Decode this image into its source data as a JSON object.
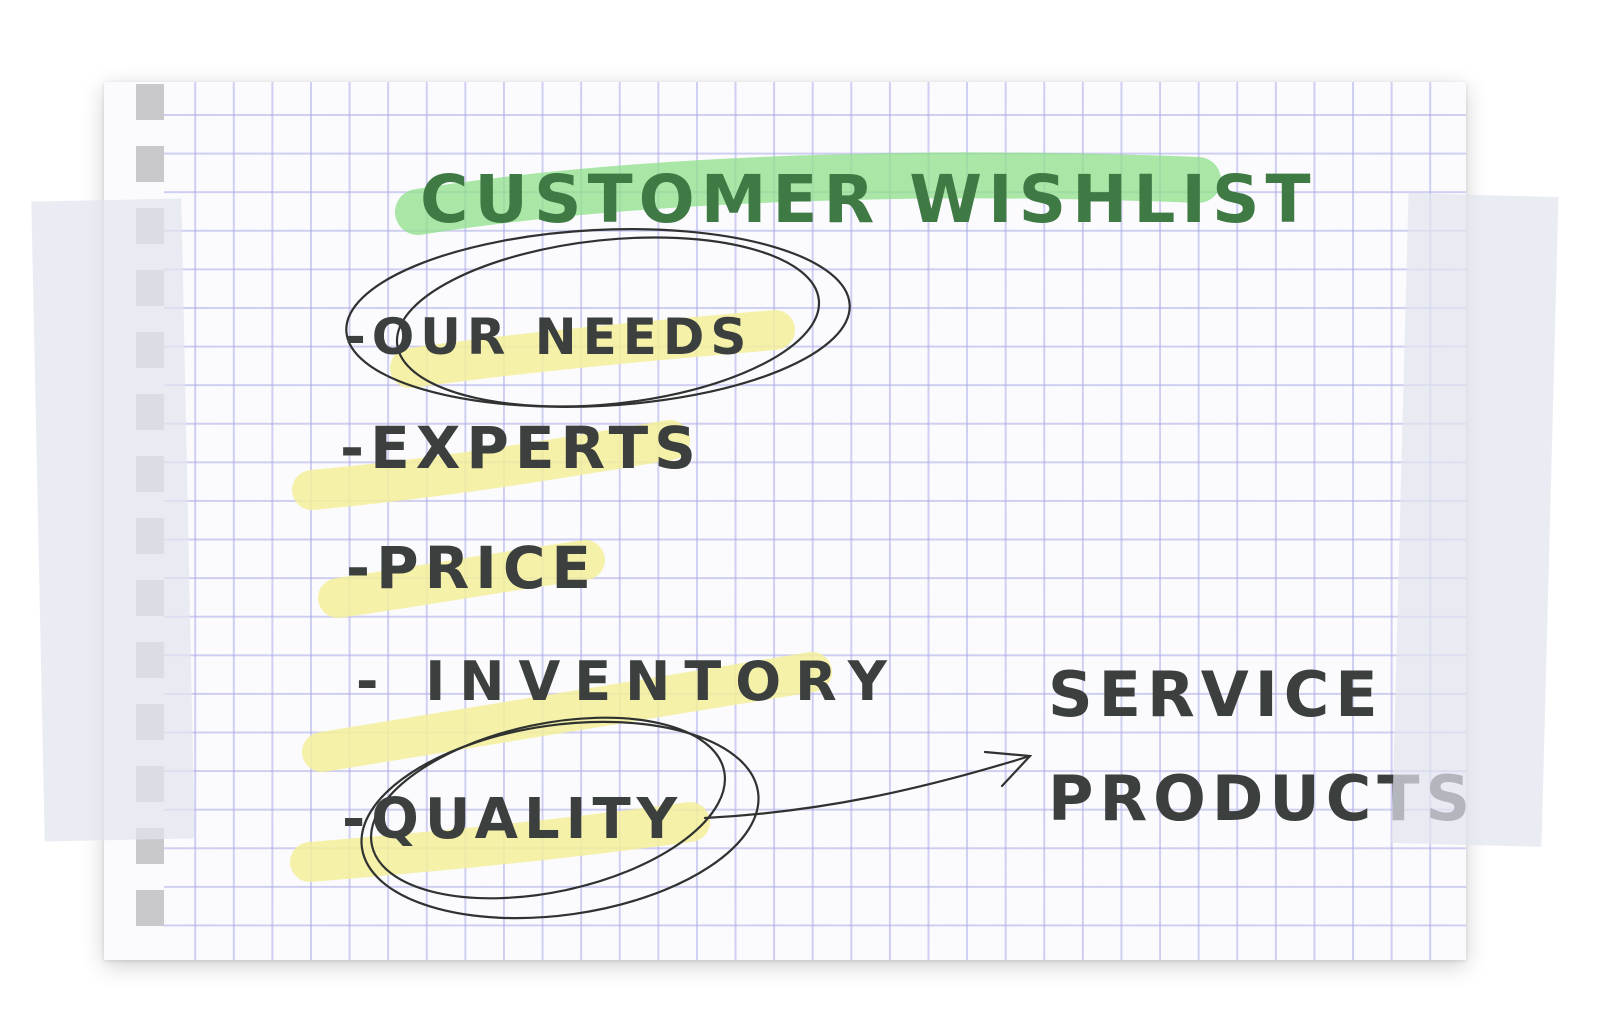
{
  "title": "CUSTOMER WISHLIST",
  "list_items": [
    "-OUR NEEDS",
    "-EXPERTS",
    "-PRICE",
    "- INVENTORY",
    "-QUALITY"
  ],
  "right_labels": [
    "SERVICE",
    "PRODUCTS"
  ],
  "colors": {
    "ink": "#3b3f3d",
    "title_highlight": "#8fe08a",
    "item_highlight": "#f3ef9a",
    "grid_lines": "#aaaae6",
    "tape": "#e2e4ee"
  }
}
